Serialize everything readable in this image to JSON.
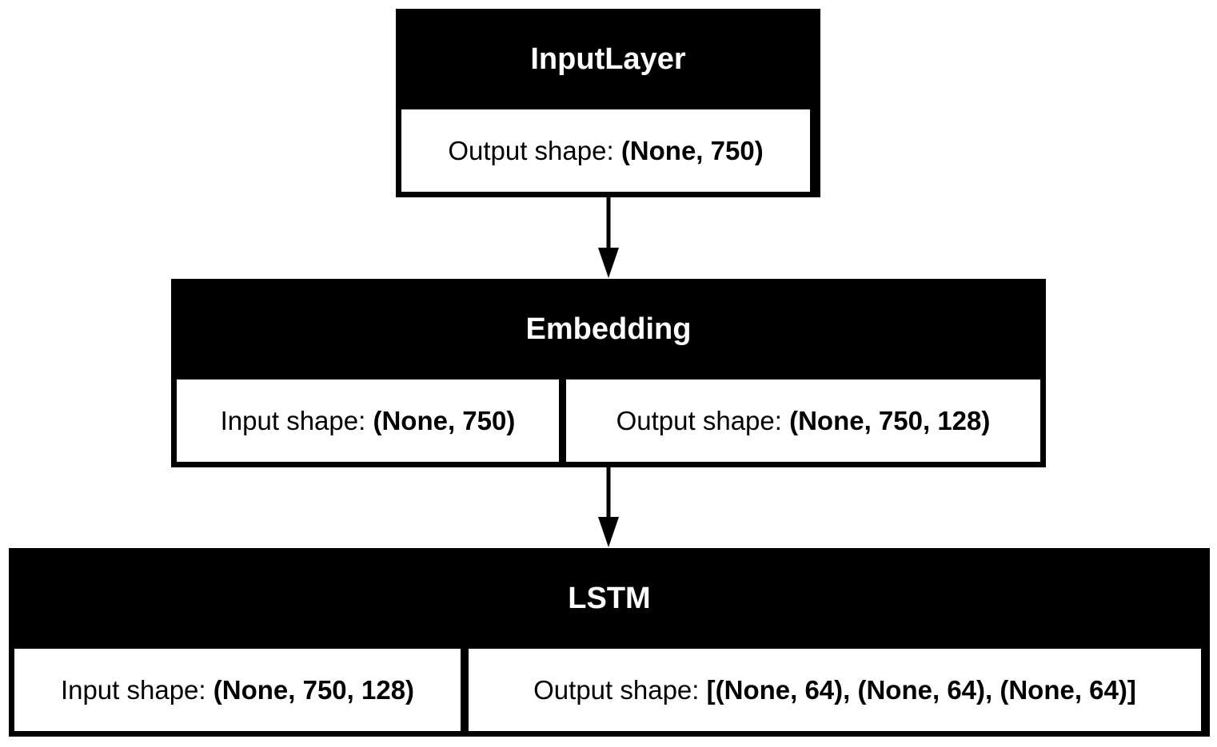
{
  "nodes": {
    "input_layer": {
      "title": "InputLayer",
      "output": {
        "label": "Output shape: ",
        "value": "(None, 750)"
      }
    },
    "embedding": {
      "title": "Embedding",
      "input": {
        "label": "Input shape: ",
        "value": "(None, 750)"
      },
      "output": {
        "label": "Output shape: ",
        "value": "(None, 750, 128)"
      }
    },
    "lstm": {
      "title": "LSTM",
      "input": {
        "label": "Input shape: ",
        "value": "(None, 750, 128)"
      },
      "output": {
        "label": "Output shape: ",
        "value": "[(None, 64), (None, 64), (None, 64)]"
      }
    }
  },
  "edges": [
    {
      "from": "InputLayer",
      "to": "Embedding"
    },
    {
      "from": "Embedding",
      "to": "LSTM"
    }
  ],
  "colors": {
    "node_header": "#000000",
    "node_header_text": "#ffffff",
    "cell_background": "#ffffff",
    "edge": "#000000"
  }
}
